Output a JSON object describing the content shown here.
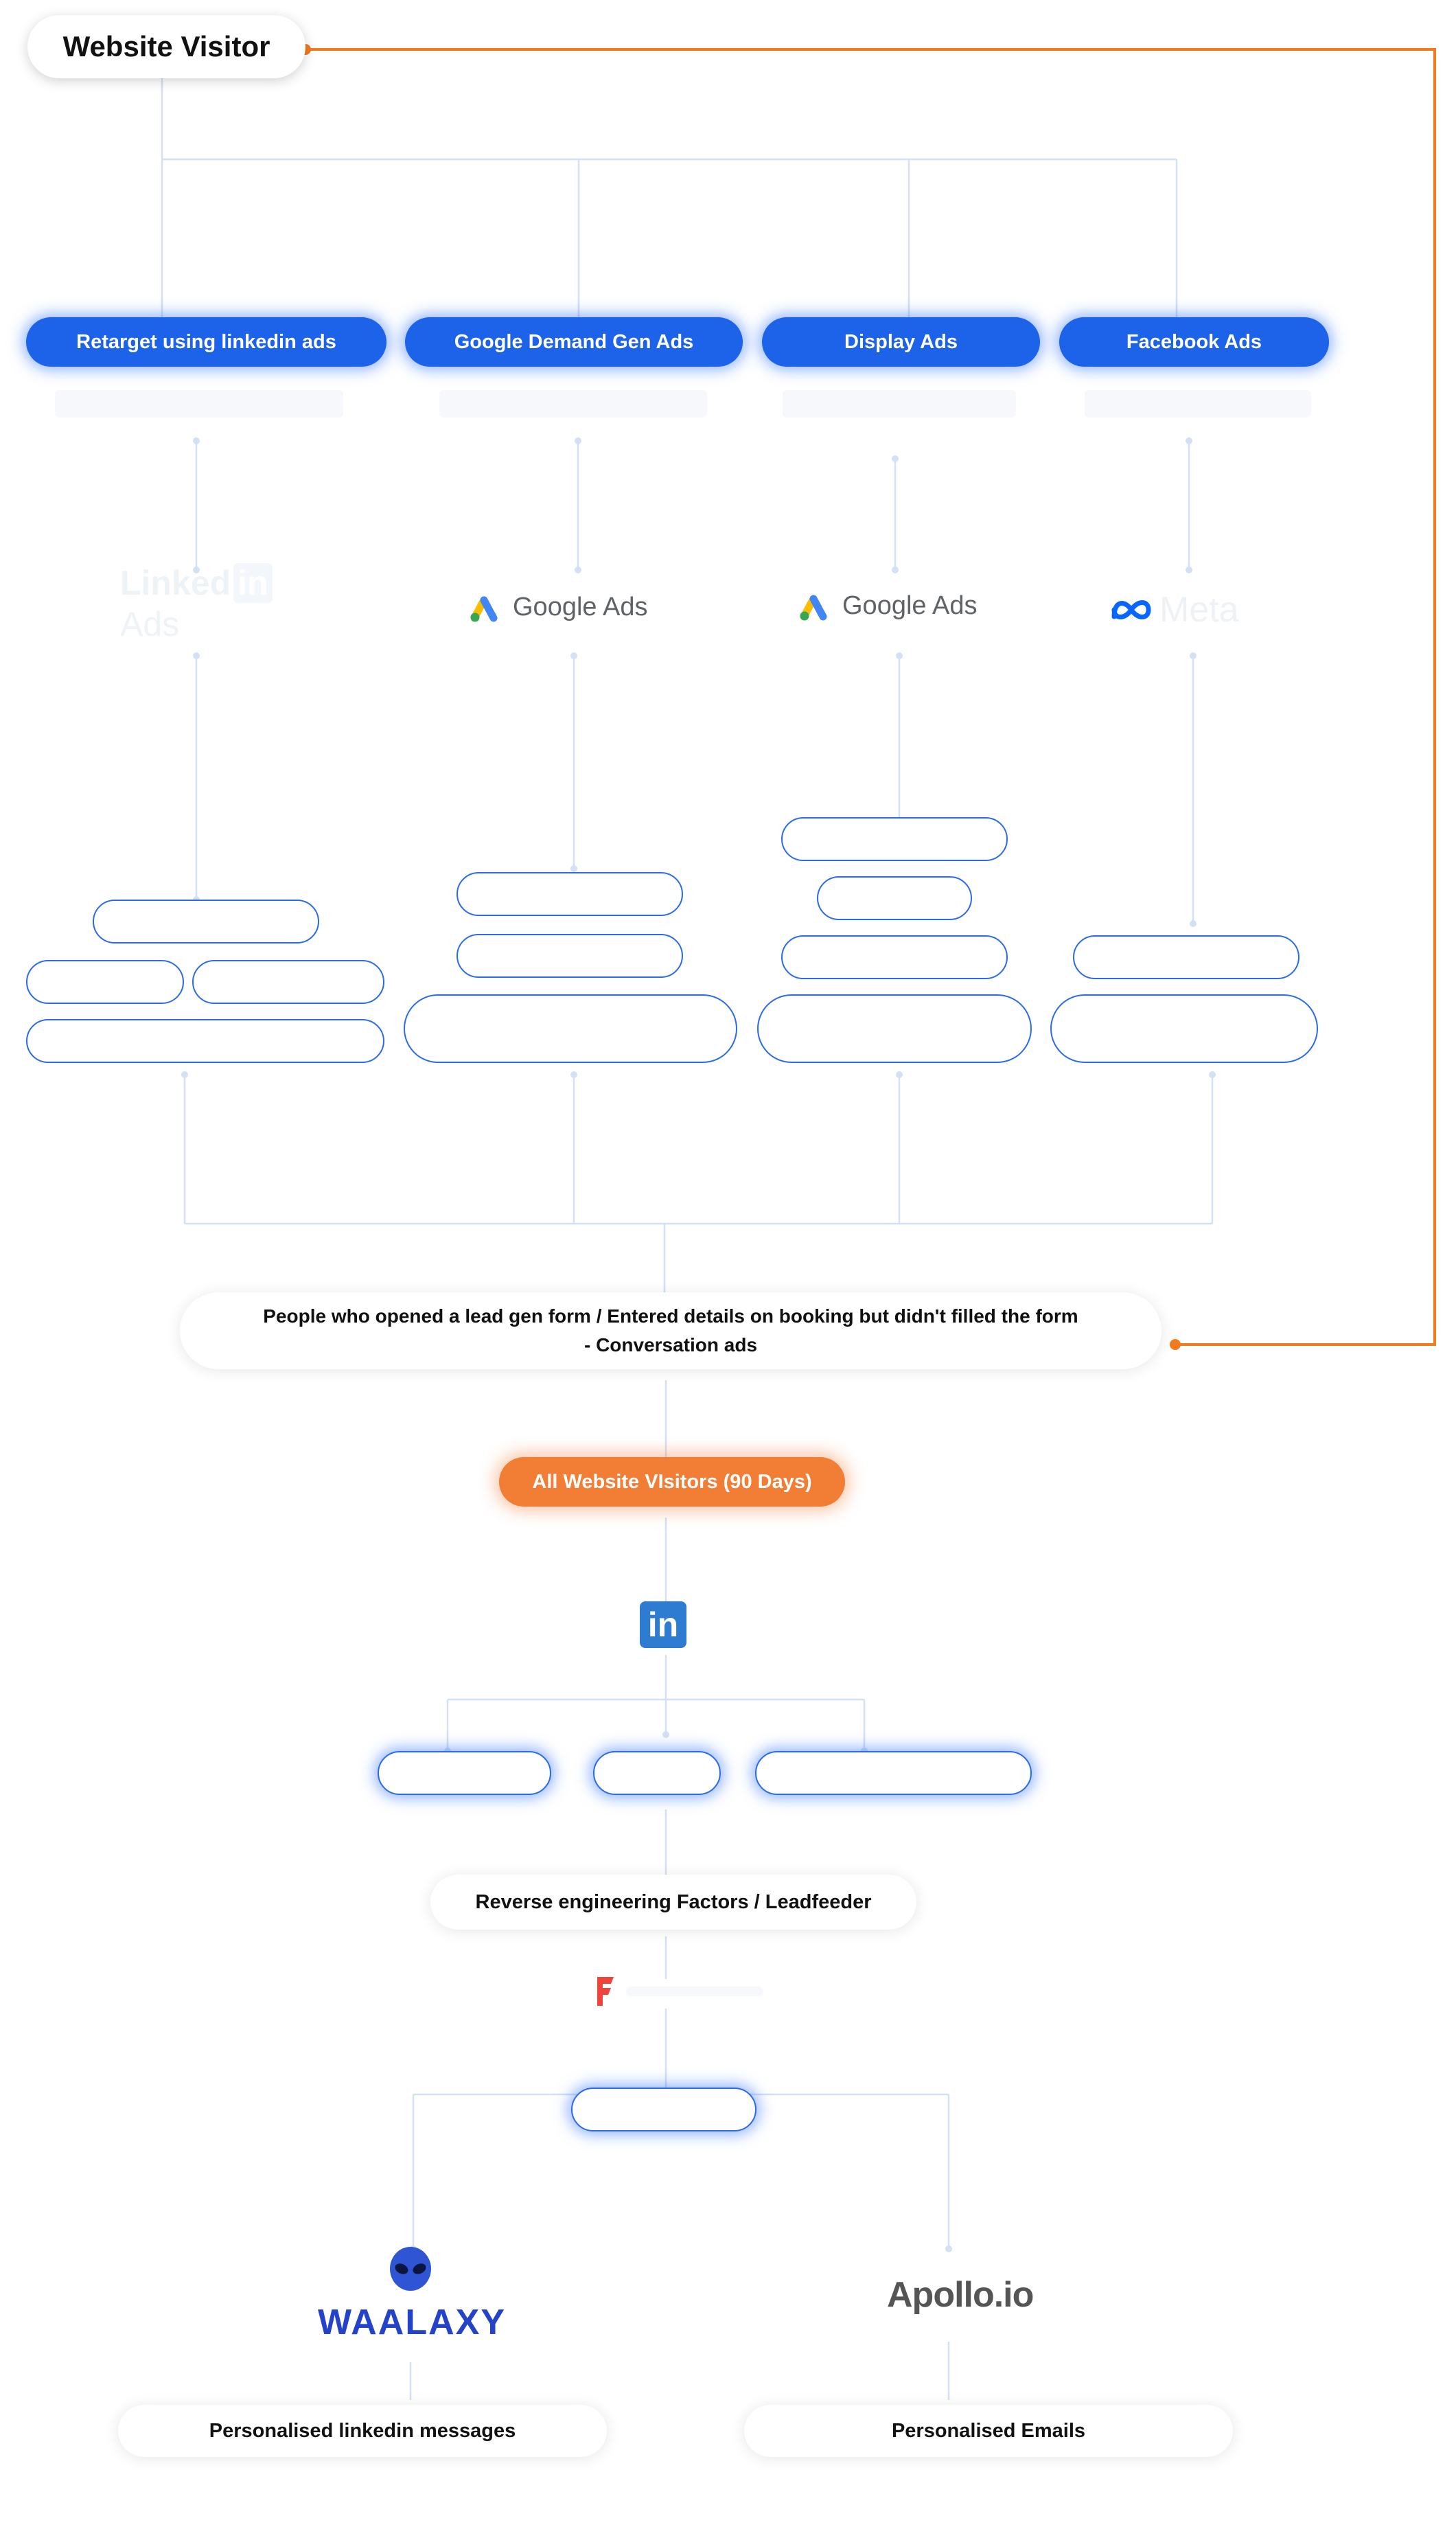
{
  "start": {
    "label": "Website Visitor"
  },
  "channels": [
    {
      "label": "Retarget using linkedin ads",
      "logo": "linkedin-ads-logo"
    },
    {
      "label": "Google Demand Gen Ads",
      "logo": "google-ads-logo",
      "logo_text": "Google Ads"
    },
    {
      "label": "Display Ads",
      "logo": "google-ads-logo",
      "logo_text": "Google Ads"
    },
    {
      "label": "Facebook Ads",
      "logo": "meta-logo",
      "logo_text": "Meta"
    }
  ],
  "faint_logo_texts": {
    "linkedin": "Linked",
    "linkedin_in": "in",
    "linkedin_ads": "Ads"
  },
  "merge_node": {
    "line1": "People who opened a lead gen form / Entered details on booking but didn't filled the form",
    "line2": "- Conversation ads"
  },
  "all_visitors": {
    "label": "All Website VIsitors (90 Days)"
  },
  "linkedin_icon": {
    "text": "in"
  },
  "reverse_node": {
    "label": "Reverse engineering Factors / Leadfeeder"
  },
  "tools": [
    {
      "name": "WAALAXY",
      "output": "Personalised linkedin messages"
    },
    {
      "name": "Apollo.io",
      "output": "Personalised Emails"
    }
  ],
  "colors": {
    "primary_blue": "#1c63ea",
    "connector_orange": "#f47a20",
    "accent_orange": "#f27d35",
    "connector_line": "#d4e0f4"
  }
}
